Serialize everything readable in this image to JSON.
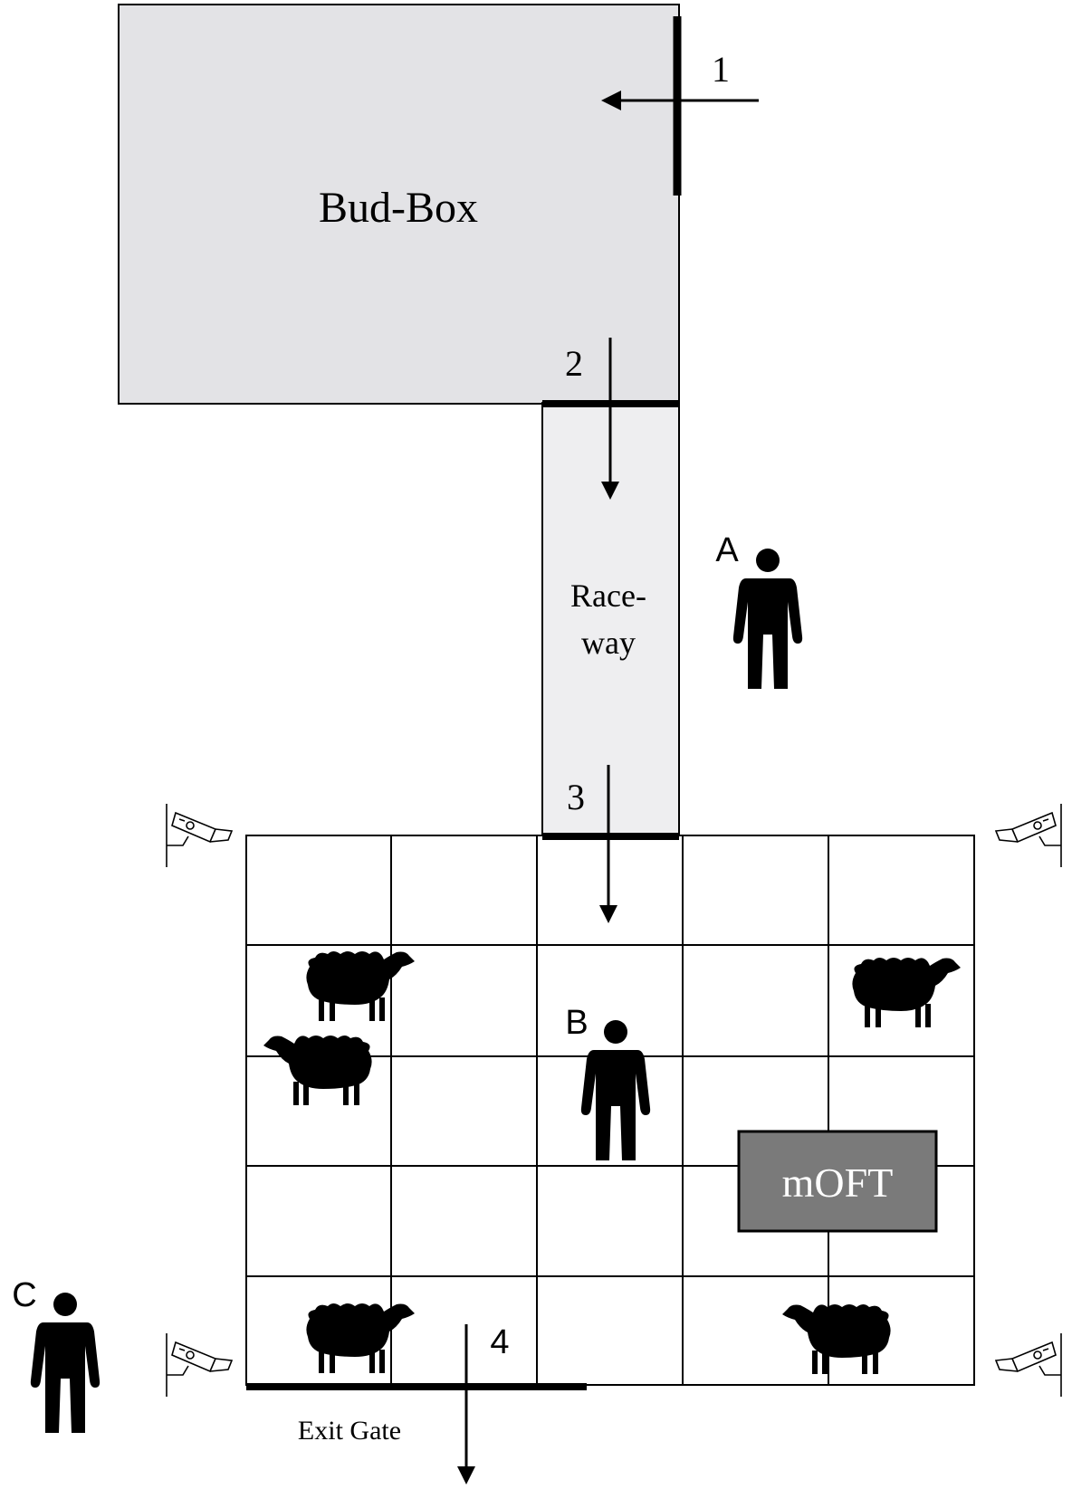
{
  "labels": {
    "bud_box": "Bud-Box",
    "raceway_line1": "Race-",
    "raceway_line2": "way",
    "moft": "mOFT",
    "exit_gate": "Exit Gate"
  },
  "gates": [
    {
      "id": "1",
      "label": "1"
    },
    {
      "id": "2",
      "label": "2"
    },
    {
      "id": "3",
      "label": "3"
    },
    {
      "id": "4",
      "label": "4"
    }
  ],
  "handlers": [
    {
      "id": "A",
      "label": "A"
    },
    {
      "id": "B",
      "label": "B"
    },
    {
      "id": "C",
      "label": "C"
    }
  ],
  "icons": {
    "person": "person-icon",
    "sheep": "sheep-icon",
    "camera": "camera-icon"
  },
  "colors": {
    "bud_box_fill": "#e3e3e6",
    "raceway_fill": "#eeeef0",
    "moft_fill": "#7a7a7a",
    "moft_text": "#ffffff",
    "ink": "#000000"
  }
}
